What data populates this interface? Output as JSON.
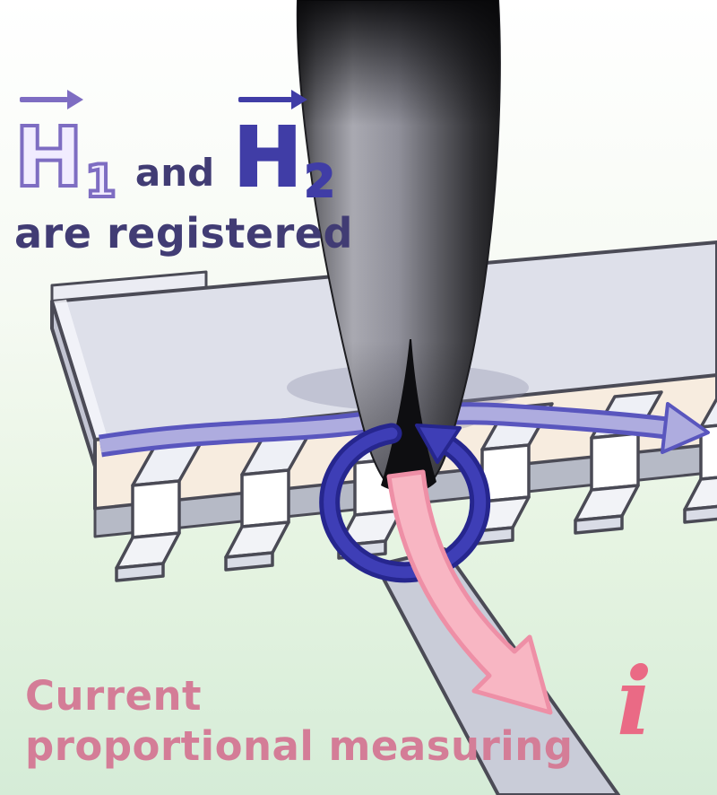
{
  "annotations": {
    "field_label": {
      "h1": "H",
      "h1_sub": "1",
      "conjunction": "and",
      "h2": "H",
      "h2_sub": "2",
      "line2": "are registered"
    },
    "current_label": {
      "line1": "Current",
      "line2": "proportional measuring",
      "symbol": "i"
    }
  },
  "icons": {
    "h1_vector_arrow": "right-arrow",
    "h2_vector_arrow": "right-arrow",
    "field_flow_arrow": "right-arrow-band",
    "field_loop_arrow": "circular-arrow",
    "current_arrow": "down-right-arrow"
  },
  "colors": {
    "h1-fill": "#f1ecff",
    "h1-outline": "#7e6dc2",
    "h2-color": "#403da6",
    "label-dark": "#413c74",
    "field-arrow-fill": "#aeacdf",
    "field-arrow-outline": "#5956be",
    "loop-fill": "#3e3eb6",
    "loop-outline": "#26268e",
    "current-fill": "#f8b6c3",
    "current-outline": "#ee8fa6",
    "current-text": "#d47d97",
    "current-symbol": "#ea6a85",
    "bg-top": "#ffffff",
    "bg-bottom": "#d5ecd7",
    "chip-top": "#dee0ea",
    "chip-outline": "#4b4b56",
    "chip-front": "#f7ecdf",
    "pin-white": "#ffffff"
  }
}
